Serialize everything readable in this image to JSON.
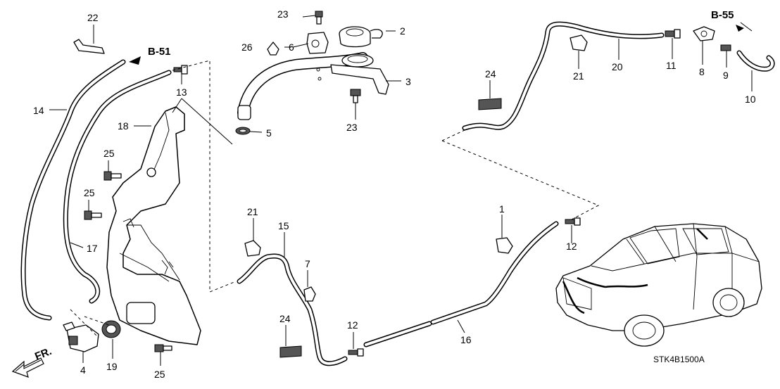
{
  "diagram_code": "STK4B1500A",
  "front_label": "FR.",
  "refs": {
    "b51": "B-51",
    "b55": "B-55"
  },
  "callouts": {
    "c1": "1",
    "c2": "2",
    "c3": "3",
    "c4": "4",
    "c5": "5",
    "c6": "6",
    "c7": "7",
    "c8": "8",
    "c9": "9",
    "c10": "10",
    "c11": "11",
    "c12a": "12",
    "c12b": "12",
    "c13": "13",
    "c14": "14",
    "c15": "15",
    "c16": "16",
    "c17": "17",
    "c18": "18",
    "c19": "19",
    "c20": "20",
    "c21a": "21",
    "c21b": "21",
    "c22": "22",
    "c23a": "23",
    "c23b": "23",
    "c24a": "24",
    "c24b": "24",
    "c25a": "25",
    "c25b": "25",
    "c25c": "25",
    "c26": "26"
  }
}
